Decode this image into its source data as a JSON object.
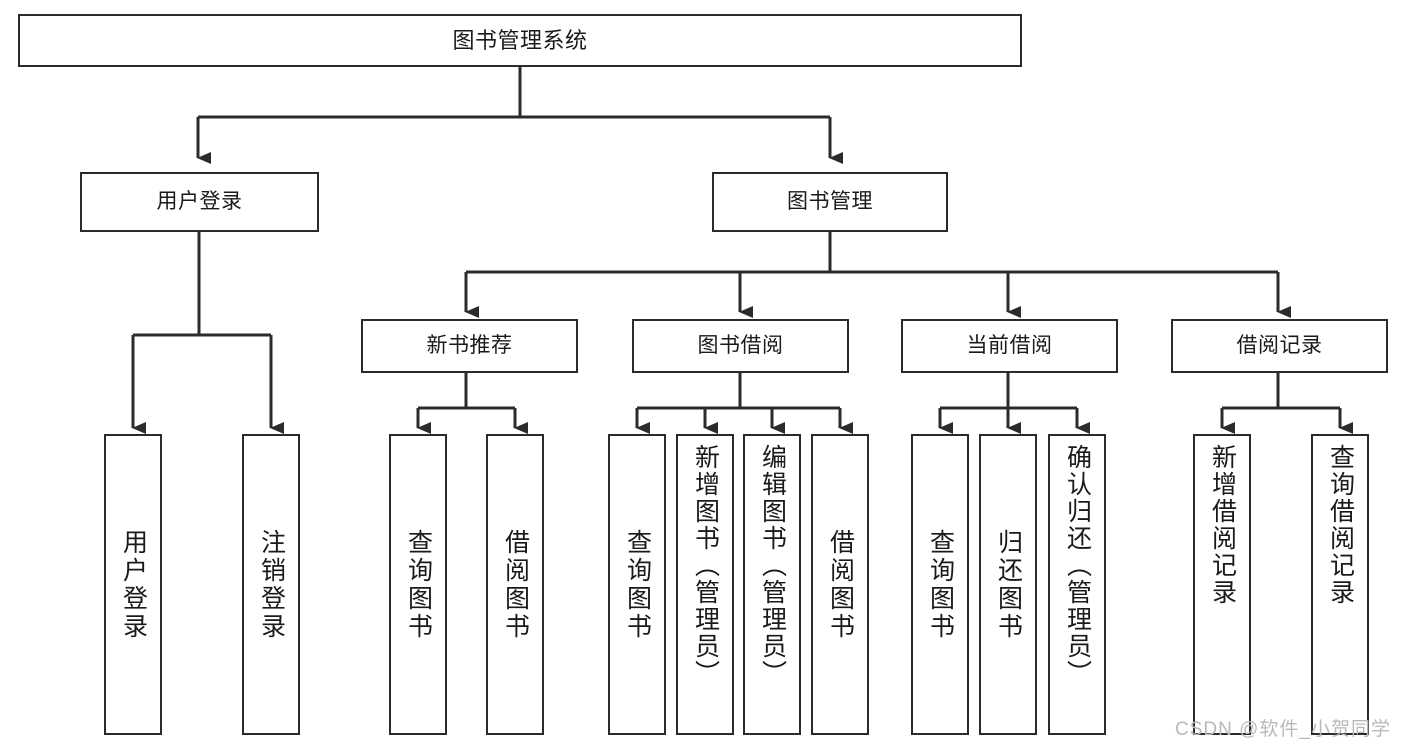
{
  "diagram": {
    "title": "图书管理系统",
    "type": "tree-hierarchy",
    "root": {
      "label": "图书管理系统"
    },
    "level2": [
      {
        "id": "user-login",
        "label": "用户登录"
      },
      {
        "id": "book-manage",
        "label": "图书管理"
      }
    ],
    "level3": [
      {
        "id": "new-book-recommend",
        "label": "新书推荐"
      },
      {
        "id": "book-borrow",
        "label": "图书借阅"
      },
      {
        "id": "current-borrow",
        "label": "当前借阅"
      },
      {
        "id": "borrow-record",
        "label": "借阅记录"
      }
    ],
    "leaves": [
      {
        "id": "leaf-user-login",
        "label": "用户登录"
      },
      {
        "id": "leaf-logout-login",
        "label": "注销登录"
      },
      {
        "id": "leaf-query-book-1",
        "label": "查询图书"
      },
      {
        "id": "leaf-borrow-book-1",
        "label": "借阅图书"
      },
      {
        "id": "leaf-query-book-2",
        "label": "查询图书"
      },
      {
        "id": "leaf-add-book",
        "label": "新增图书（管理员）"
      },
      {
        "id": "leaf-edit-book",
        "label": "编辑图书（管理员）"
      },
      {
        "id": "leaf-borrow-book-2",
        "label": "借阅图书"
      },
      {
        "id": "leaf-query-book-3",
        "label": "查询图书"
      },
      {
        "id": "leaf-return-book",
        "label": "归还图书"
      },
      {
        "id": "leaf-confirm-return",
        "label": "确认归还（管理员）"
      },
      {
        "id": "leaf-add-record",
        "label": "新增借阅记录"
      },
      {
        "id": "leaf-query-record",
        "label": "查询借阅记录"
      }
    ]
  },
  "watermark": {
    "text": "CSDN @软件_小贺同学"
  },
  "colors": {
    "stroke": "#2b2b2b",
    "background": "#ffffff",
    "text": "#1a1a1a",
    "watermark": "#b9b9b9"
  }
}
